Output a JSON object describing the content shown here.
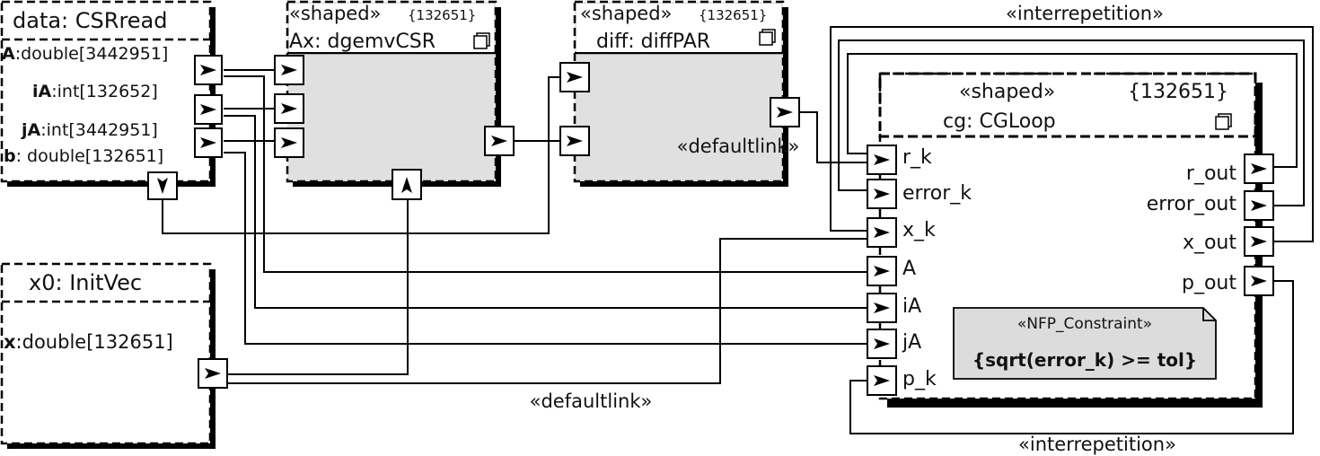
{
  "blocks": {
    "csrread": {
      "title": "data: CSRread",
      "params": [
        {
          "name": "A",
          "type": ":double[3442951]"
        },
        {
          "name": "iA",
          "type": ":int[132652]"
        },
        {
          "name": "jA",
          "type": ":int[3442951]"
        },
        {
          "name": "b",
          "type": ": double[132651]"
        }
      ]
    },
    "initvec": {
      "title": "x0: InitVec",
      "params": [
        {
          "name": "x",
          "type": ":double[132651]"
        }
      ]
    },
    "ax": {
      "stereotype": "«shaped»",
      "shape": "{132651}",
      "title": "Ax: dgemvCSR"
    },
    "diff": {
      "stereotype": "«shaped»",
      "shape": "{132651}",
      "title": "diff: diffPAR"
    },
    "cgloop": {
      "stereotype": "«shaped»",
      "shape": "{132651}",
      "title": "cg: CGLoop",
      "in_ports": [
        "r_k",
        "error_k",
        "x_k",
        "A",
        "iA",
        "jA",
        "p_k"
      ],
      "out_ports": [
        "r_out",
        "error_out",
        "x_out",
        "p_out"
      ],
      "constraint_stereotype": "«NFP_Constraint»",
      "constraint_text": "{sqrt(error_k) >= tol}"
    }
  },
  "links": {
    "interrepetition_top": "«interrepetition»",
    "interrepetition_bottom": "«interrepetition»",
    "defaultlink_diff": "«defaultlink»",
    "defaultlink_bottom": "«defaultlink»"
  },
  "colors": {
    "shaded_fill": "#e0e0e0",
    "note_fill": "#dcdcdc",
    "line": "#000000"
  }
}
